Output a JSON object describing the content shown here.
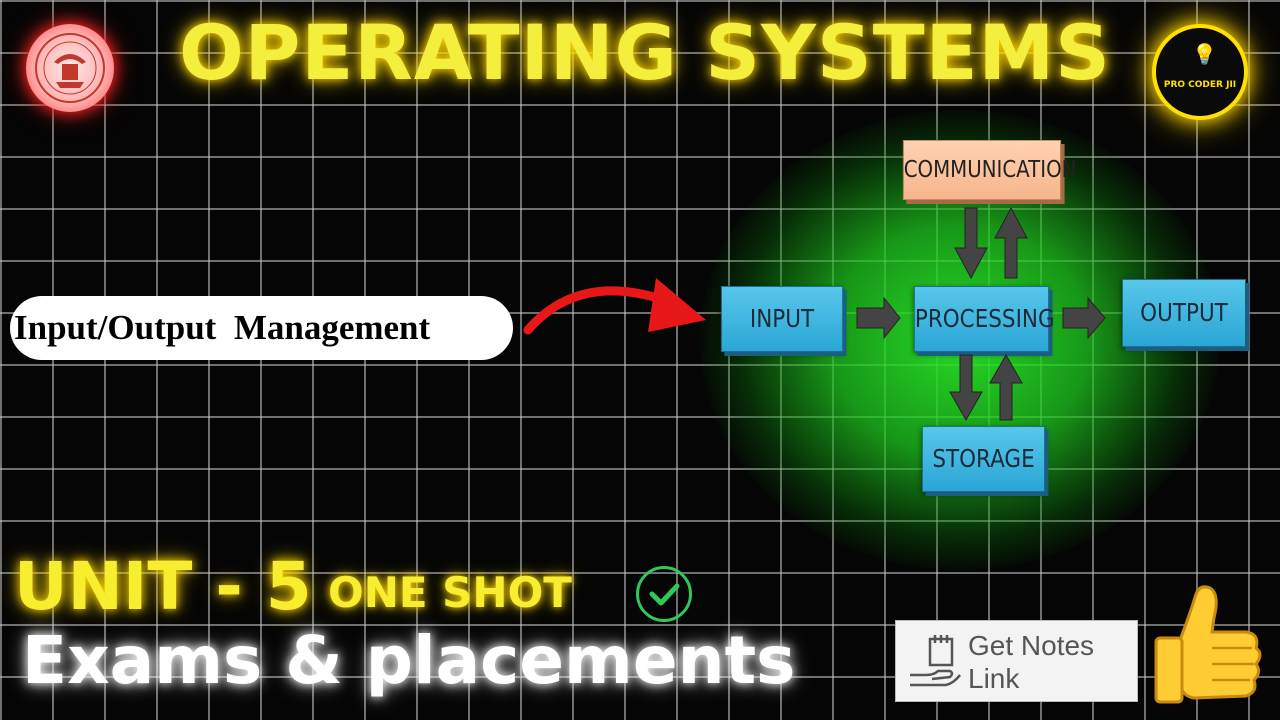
{
  "title": "OPERATING SYSTEMS",
  "right_logo_text": "PRO CODER JII",
  "topic_label": "Input/Output  Management",
  "diagram": {
    "communication": "COMMUNICATION",
    "input": "INPUT",
    "processing": "PROCESSING",
    "output": "OUTPUT",
    "storage": "STORAGE"
  },
  "unit_label": "UNIT - 5",
  "one_shot_label": "ONE SHOT",
  "subtitle": "Exams & placements",
  "notes_button": {
    "line1": "Get Notes",
    "line2": "Link"
  },
  "colors": {
    "title_yellow": "#f4ee3c",
    "glow_green": "#28e628",
    "box_blue": "#3bb6e0",
    "box_peach": "#f6b58c",
    "arrow_red": "#e81818",
    "check_green": "#2fc85a"
  }
}
